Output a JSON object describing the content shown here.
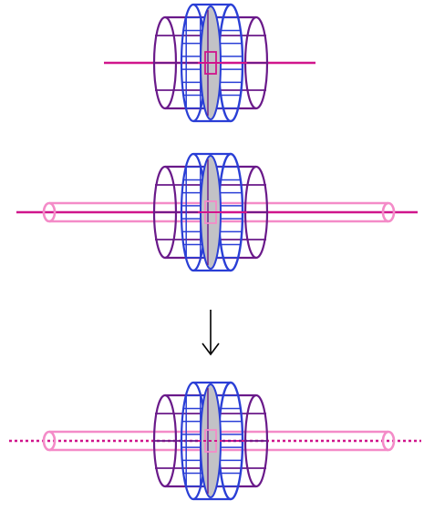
{
  "colors": {
    "axle": "#d0158c",
    "tube": "#f48bc8",
    "outer_drum": "#6a1a8a",
    "inner_cage": "#2a3fd6",
    "core_fill": "#c2c2c6",
    "arrow": "#000000",
    "background": "#ffffff"
  },
  "diagram": {
    "panels": [
      {
        "id": "top",
        "axle": "solid",
        "tube": false
      },
      {
        "id": "middle",
        "axle": "solid",
        "tube": true
      },
      {
        "id": "bottom",
        "axle": "dotted",
        "tube": true
      }
    ],
    "arrow": {
      "direction": "down",
      "icon": "down-arrow-icon"
    }
  }
}
